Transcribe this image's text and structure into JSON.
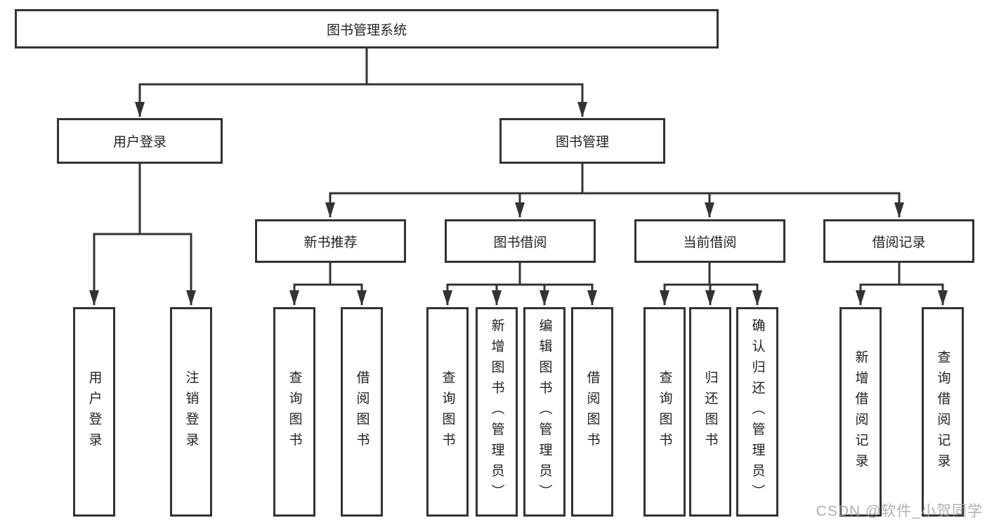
{
  "colors": {
    "line": "#333333",
    "text": "#222222",
    "background": "#ffffff",
    "watermark": "#a3a3a3"
  },
  "watermark": {
    "text": "CSDN @软件_小贺同学"
  },
  "tree": {
    "root": "图书管理系统",
    "level1": [
      "用户登录",
      "图书管理"
    ],
    "level2": [
      "新书推荐",
      "图书借阅",
      "当前借阅",
      "借阅记录"
    ],
    "leaves": {
      "user_login": [
        "用户登录",
        "注销登录"
      ],
      "new_book": [
        "查询图书",
        "借阅图书"
      ],
      "book_borrow": [
        "查询图书",
        "新增图书（管理员）",
        "编辑图书（管理员）",
        "借阅图书"
      ],
      "current_borrow": [
        "查询图书",
        "归还图书",
        "确认归还（管理员）"
      ],
      "borrow_record": [
        "新增借阅记录",
        "查询借阅记录"
      ]
    }
  }
}
